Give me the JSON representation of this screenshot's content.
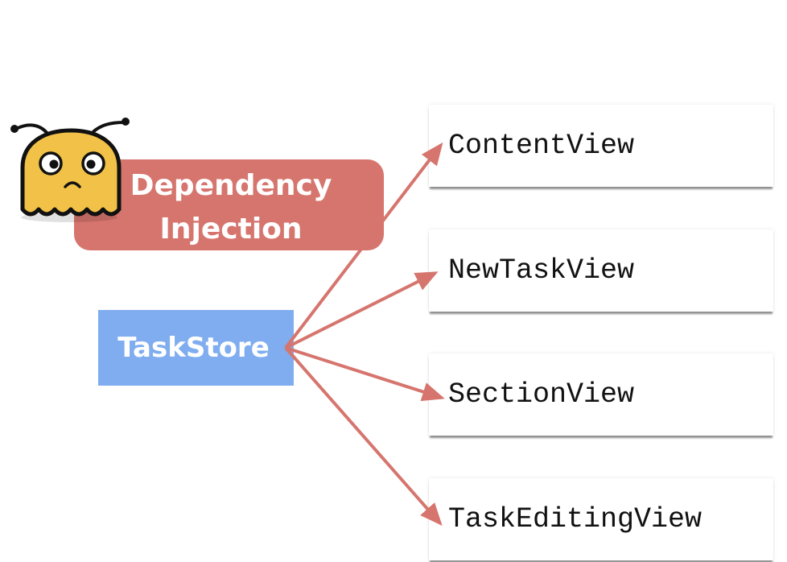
{
  "badge": {
    "title_line1": "Dependency",
    "title_line2": "Injection",
    "mascot": "worried-monster-icon",
    "color": "#d6756e"
  },
  "source": {
    "label": "TaskStore",
    "color": "#7fadef"
  },
  "targets": [
    {
      "label": "ContentView"
    },
    {
      "label": "NewTaskView"
    },
    {
      "label": "SectionView"
    },
    {
      "label": "TaskEditingView"
    }
  ],
  "arrow_color": "#d6756e"
}
